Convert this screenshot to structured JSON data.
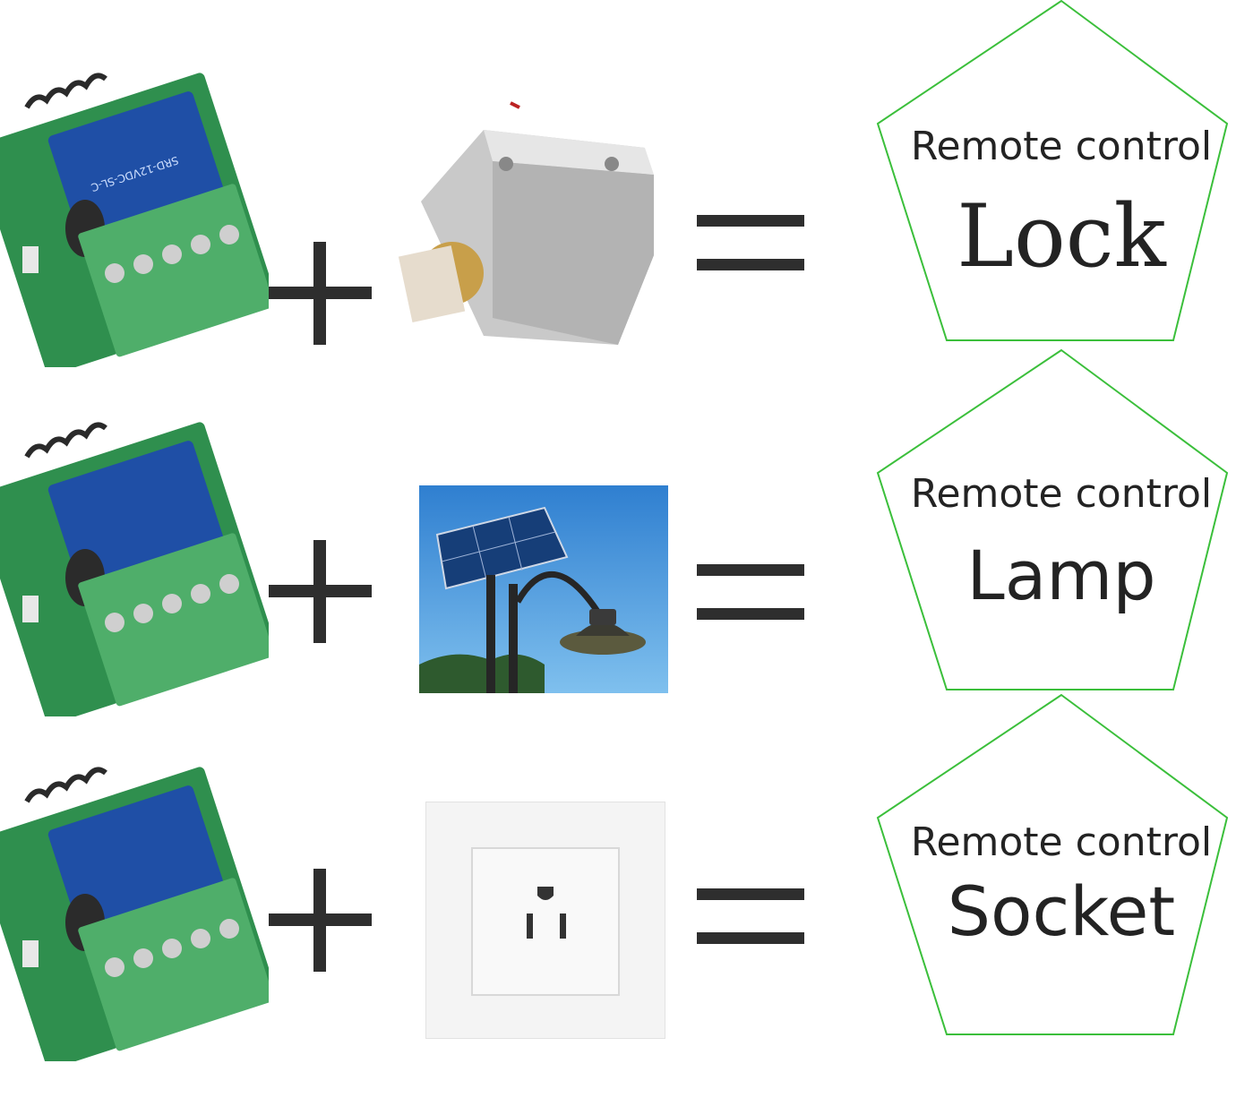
{
  "rows": [
    {
      "prefix": "Remote control",
      "target": "Lock",
      "item_icon": "electric-lock-icon"
    },
    {
      "prefix": "Remote control",
      "target": "Lamp",
      "item_icon": "solar-street-lamp-icon"
    },
    {
      "prefix": "Remote control",
      "target": "Socket",
      "item_icon": "wall-socket-icon"
    }
  ],
  "module_label": "SRD-12VDC-SL-C",
  "operators": {
    "plus": "+",
    "equals": "="
  },
  "colors": {
    "pentagon_stroke": "#3bbf3b",
    "board_green": "#2f8f4e",
    "relay_blue": "#1f4fa6",
    "terminal_green": "#4fae6a",
    "sky": "#3b8fd8"
  }
}
